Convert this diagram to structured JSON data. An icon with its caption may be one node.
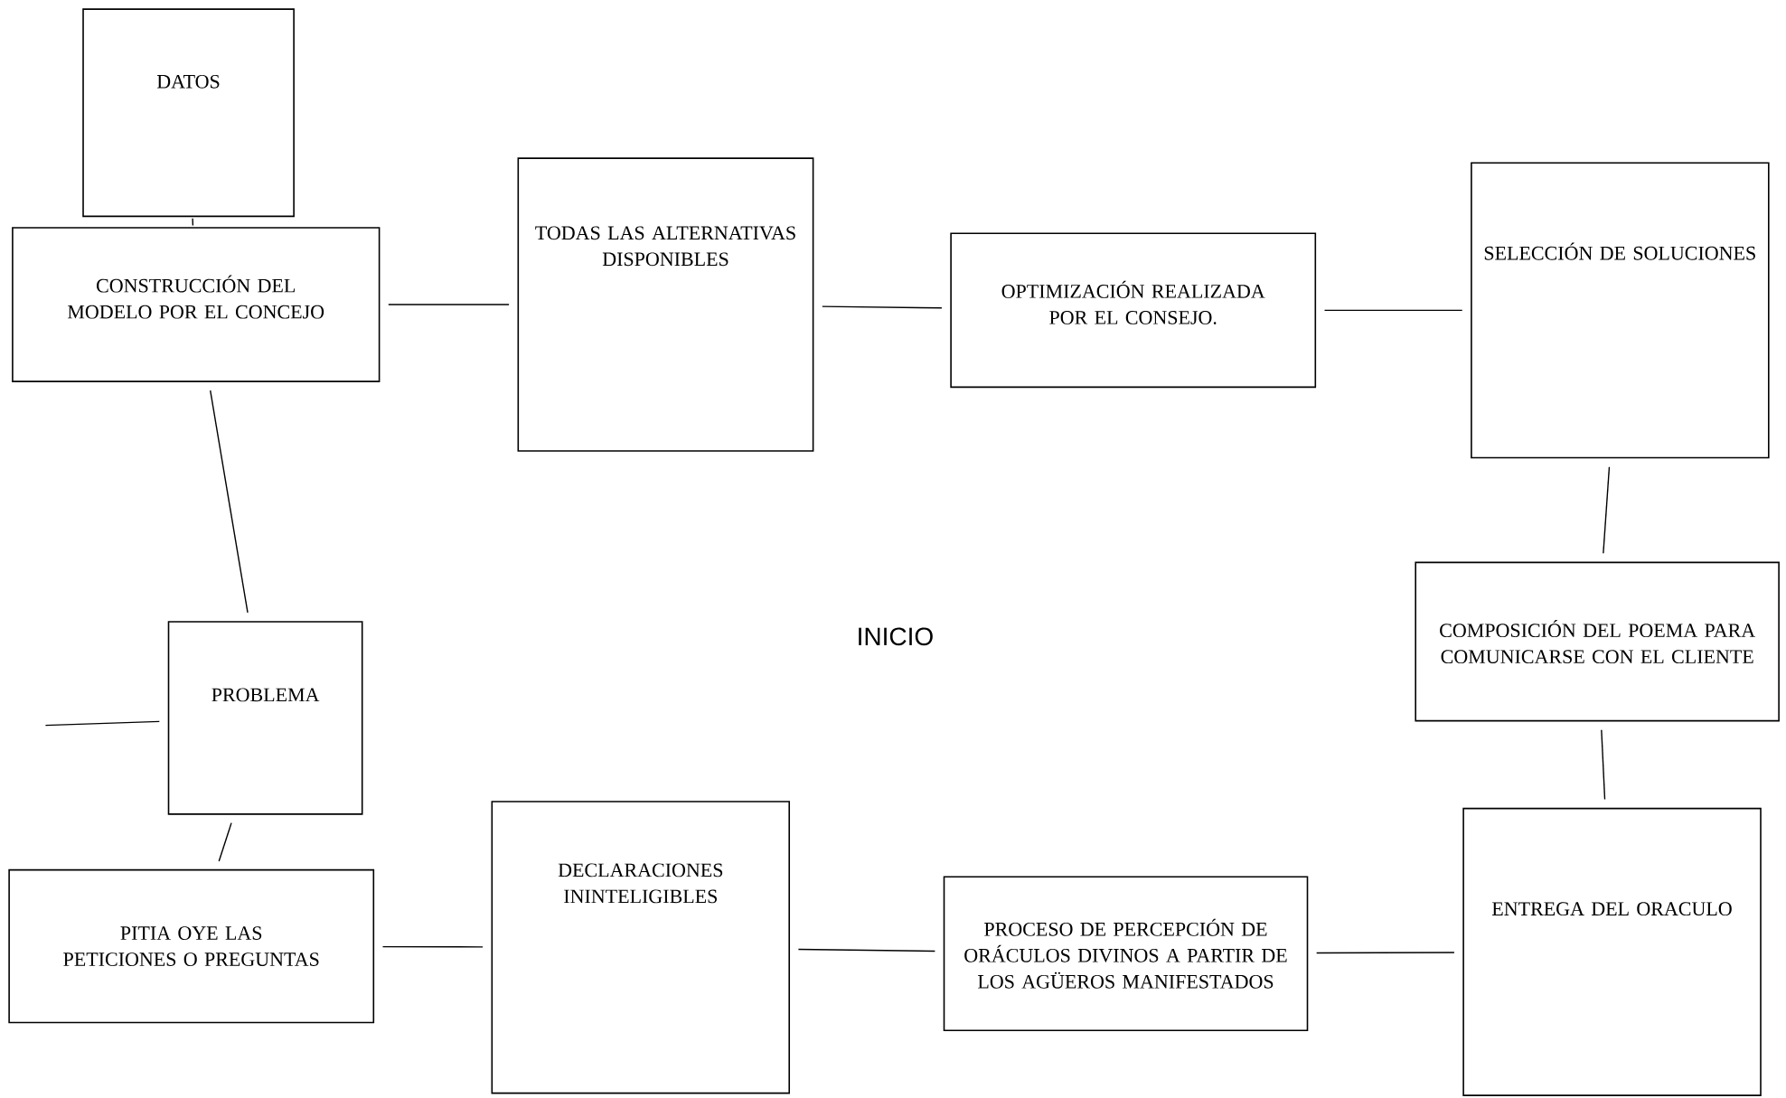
{
  "diagram": {
    "nodes": [
      {
        "text": [
          "DATOS"
        ]
      },
      {
        "text": [
          "CONSTRUCCIÓN DEL MODELO POR EL CONCEJO"
        ]
      },
      {
        "text": [
          "TODAS LAS ALTERNATIVAS DISPONIBLES"
        ]
      },
      {
        "text": [
          "OPTIMIZACIÓN REALIZADA POR EL CONSEJO."
        ]
      },
      {
        "text": [
          "SELECCIÓN DE SOLUCIONES"
        ]
      },
      {
        "text": [
          "COMPOSICIÓN DEL POEMA PARA COMUNICARSE CON EL CLIENTE"
        ]
      },
      {
        "text": [
          "PROBLEMA"
        ]
      },
      {
        "text": [
          "PITIA OYE LAS PETICIONES O PREGUNTAS"
        ]
      },
      {
        "text": [
          "DECLARACIONES ININTELIGIBLES"
        ]
      },
      {
        "text": [
          "PROCESO DE PERCEPCIÓN DE ORÁCULOS DIVINOS A PARTIR DE LOS AGÜEROS MANIFESTADOS"
        ]
      },
      {
        "text": [
          "ENTREGA DEL ORACULO"
        ]
      }
    ],
    "edges": [
      {
        "from": null,
        "to": 6,
        "arrow": "none"
      },
      {
        "from": 6,
        "to": 1,
        "arrow": "none"
      },
      {
        "from": 0,
        "to": 1,
        "arrow": "none"
      },
      {
        "from": 1,
        "to": 2,
        "arrow": "none"
      },
      {
        "from": 2,
        "to": 3,
        "arrow": "none"
      },
      {
        "from": 3,
        "to": 4,
        "arrow": "none"
      },
      {
        "from": 4,
        "to": 5,
        "arrow": "none"
      },
      {
        "from": 5,
        "to": 10,
        "arrow": "none"
      },
      {
        "from": 10,
        "to": 9,
        "arrow": "none"
      },
      {
        "from": 9,
        "to": 8,
        "arrow": "none"
      },
      {
        "from": 8,
        "to": 7,
        "arrow": "none"
      },
      {
        "from": 7,
        "to": 6,
        "arrow": "none"
      }
    ],
    "labels": [
      "INICIO"
    ]
  }
}
